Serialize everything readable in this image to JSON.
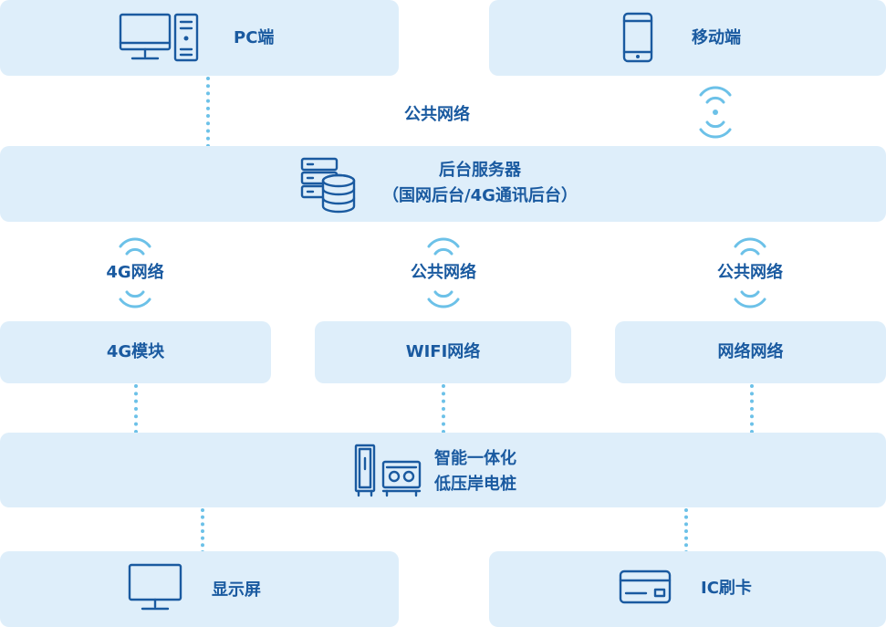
{
  "top": {
    "pc": {
      "label": "PC端",
      "icon": "desktop-computer-icon"
    },
    "mobile": {
      "label": "移动端",
      "icon": "smartphone-icon"
    },
    "link_label": "公共网络"
  },
  "server": {
    "title": "后台服务器",
    "subtitle": "（国网后台/4G通讯后台）",
    "icon": "server-database-icon"
  },
  "networks": [
    {
      "label": "4G网络",
      "module": "4G模块"
    },
    {
      "label": "公共网络",
      "module": "WIFI网络"
    },
    {
      "label": "公共网络",
      "module": "网络网络"
    }
  ],
  "charger": {
    "line1": "智能一体化",
    "line2": "低压岸电桩",
    "icon": "charging-pile-icon"
  },
  "bottom": {
    "display": {
      "label": "显示屏",
      "icon": "monitor-icon"
    },
    "card": {
      "label": "IC刷卡",
      "icon": "ic-card-icon"
    }
  },
  "colors": {
    "box_fill": "#deeefa",
    "text": "#1a5aa0",
    "connector": "#6cc1e8"
  }
}
